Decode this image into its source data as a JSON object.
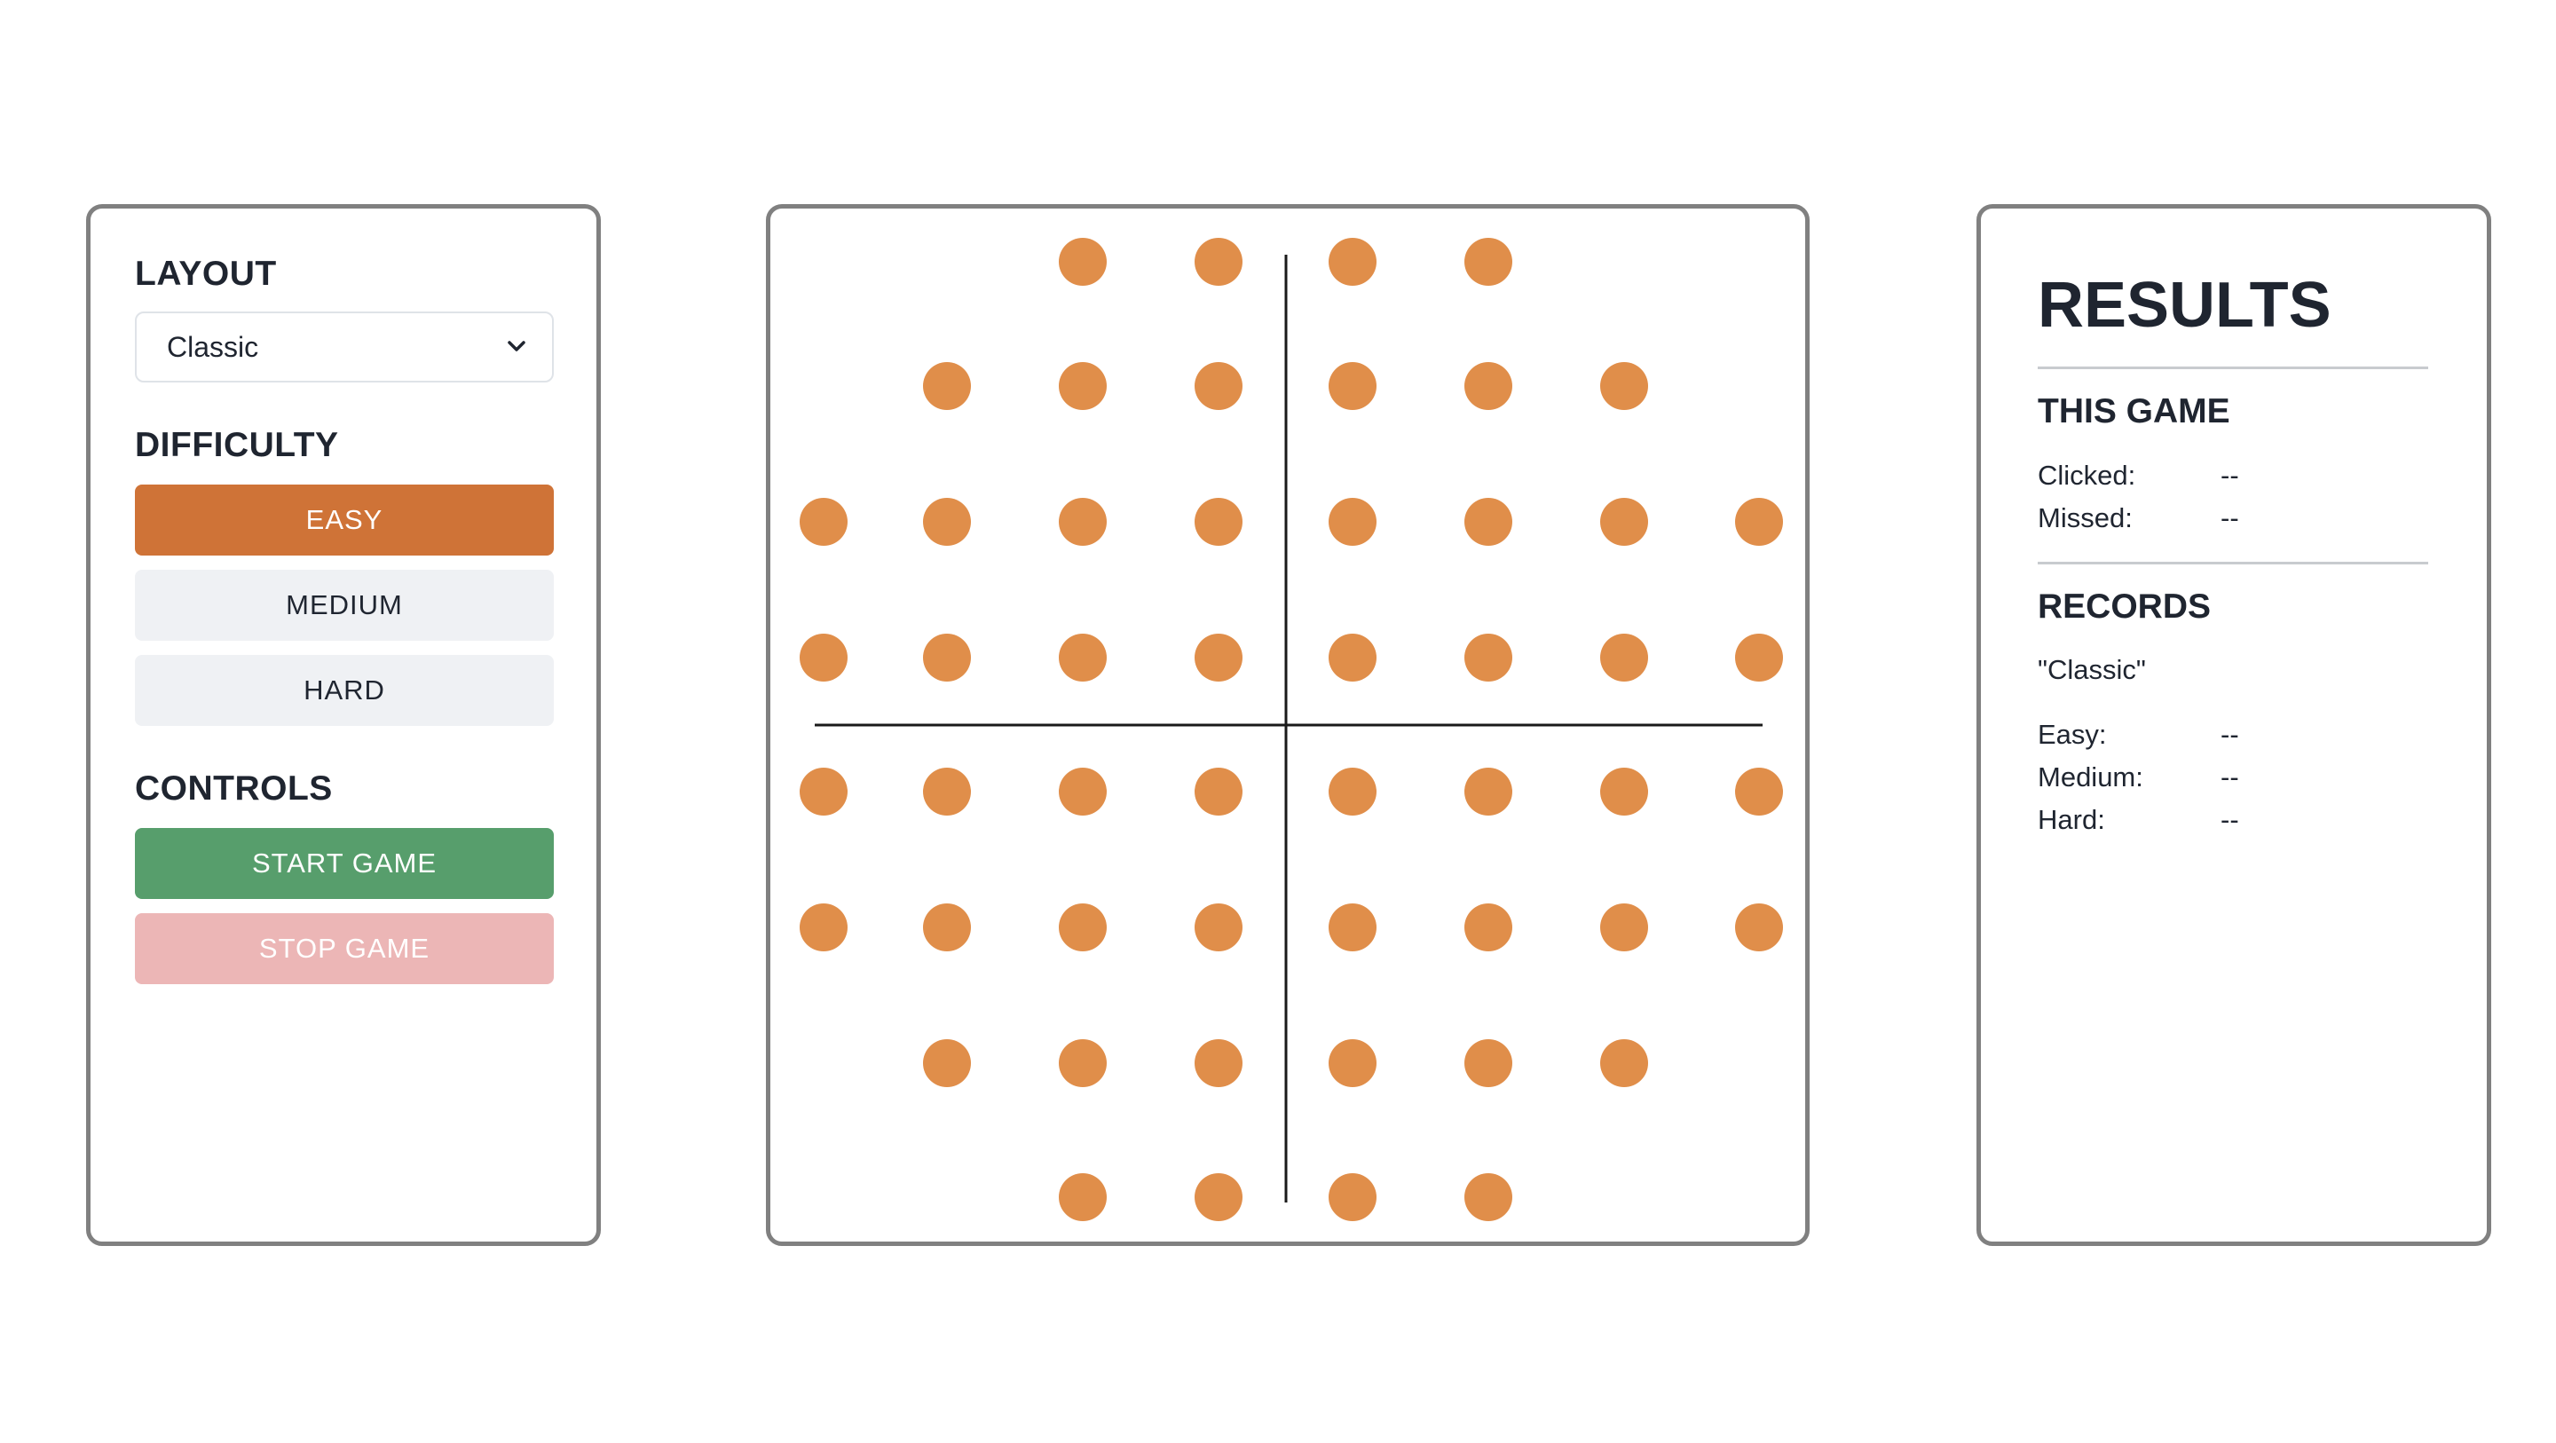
{
  "left_panel": {
    "layout": {
      "heading": "LAYOUT",
      "selected": "Classic",
      "chevron_icon": "chevron-down-icon"
    },
    "difficulty": {
      "heading": "DIFFICULTY",
      "options": [
        "EASY",
        "MEDIUM",
        "HARD"
      ],
      "selected": "EASY"
    },
    "controls": {
      "heading": "CONTROLS",
      "start_label": "START GAME",
      "stop_label": "STOP GAME",
      "stop_enabled": false
    }
  },
  "board": {
    "dot_color": "#e08e4a",
    "line_color": "#1a1a1a",
    "grid_columns": 8,
    "grid_rows": 8,
    "active_mask": [
      "..XXXX..",
      ".XXXXXX.",
      "XXXXXXXX",
      "XXXXXXXX",
      "XXXXXXXX",
      "XXXXXXXX",
      ".XXXXXX.",
      "..XXXX.."
    ]
  },
  "results": {
    "title": "RESULTS",
    "this_game": {
      "heading": "THIS GAME",
      "clicked_label": "Clicked:",
      "clicked_value": "--",
      "missed_label": "Missed:",
      "missed_value": "--"
    },
    "records": {
      "heading": "RECORDS",
      "layout_name": "\"Classic\"",
      "easy_label": "Easy:",
      "easy_value": "--",
      "medium_label": "Medium:",
      "medium_value": "--",
      "hard_label": "Hard:",
      "hard_value": "--"
    }
  },
  "colors": {
    "panel_border": "#808080",
    "easy_active": "#cf7337",
    "start_button": "#579e6c",
    "stop_button_disabled": "#ecb6b6",
    "inactive_button": "#eff1f4",
    "dot": "#e08e4a"
  }
}
